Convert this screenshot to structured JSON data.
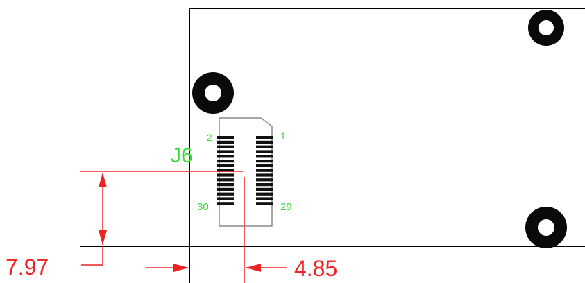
{
  "connector": {
    "designator": "J6",
    "pins": {
      "top_left": "2",
      "top_right": "1",
      "bottom_left": "30",
      "bottom_right": "29"
    },
    "pin_rows_per_column": 15
  },
  "dimensions": {
    "vertical": "7.97",
    "horizontal": "4.85"
  },
  "colors": {
    "outline": "#000000",
    "connector_outline": "#8a8a8a",
    "label": "#33dd33",
    "dimension": "#ee2222"
  }
}
